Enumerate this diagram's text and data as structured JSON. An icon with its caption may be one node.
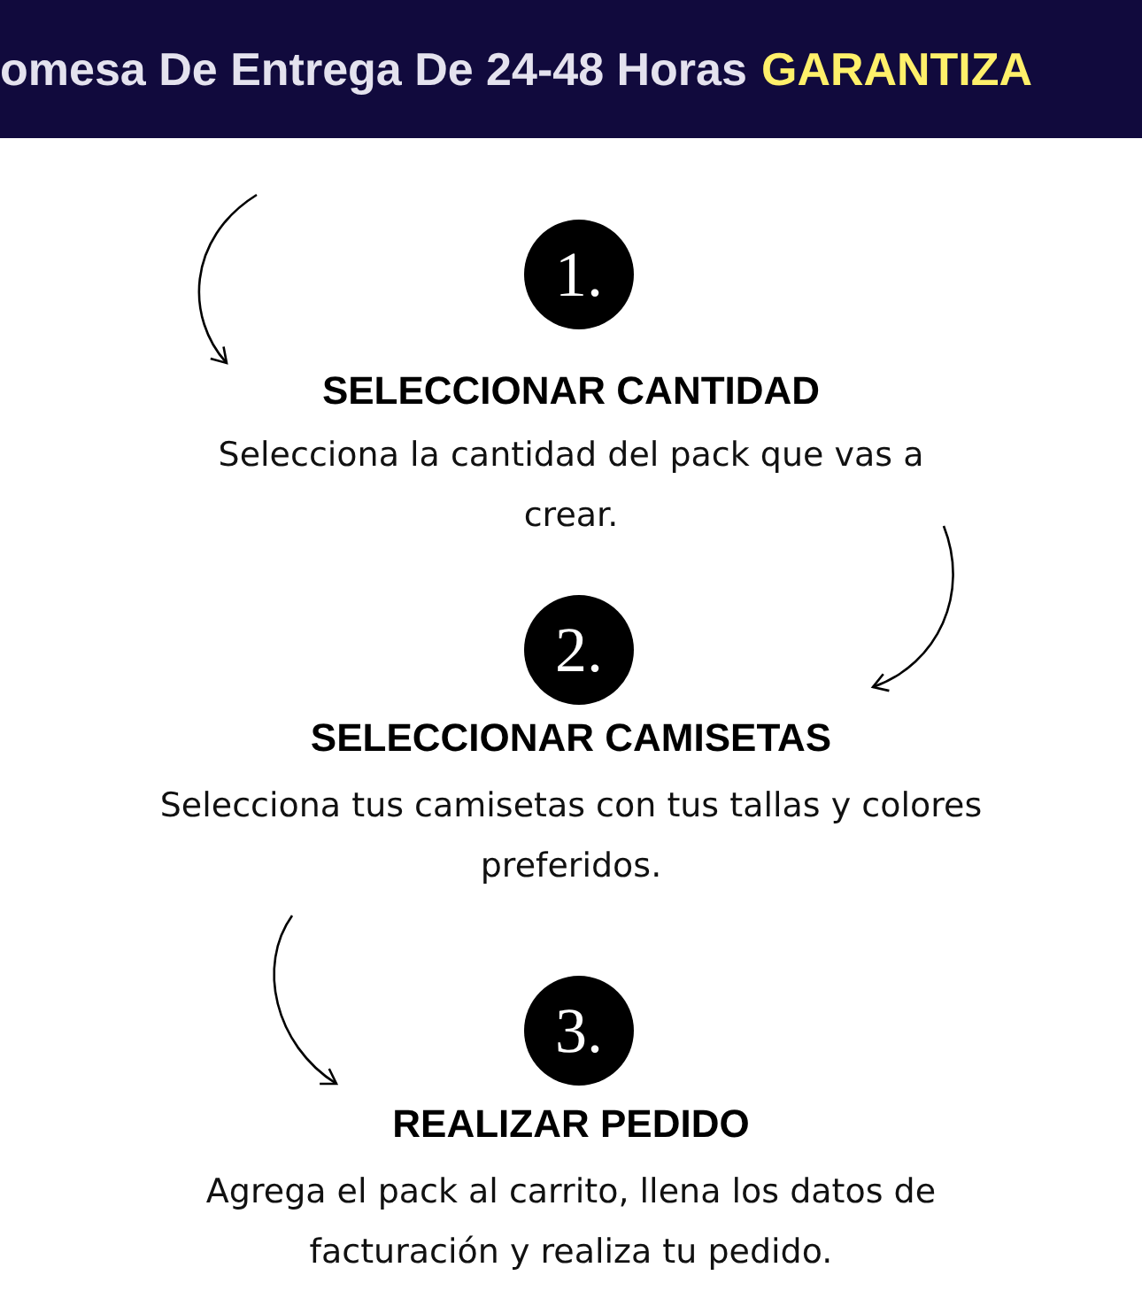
{
  "diagram": {
    "nodes": [
      {
        "text": [
          "1."
        ]
      },
      {
        "text": [
          "2."
        ]
      },
      {
        "text": [
          "3."
        ]
      }
    ],
    "labels": [
      "omesa De Entrega De 24-48 Horas",
      "GARANTIZA",
      "SELECCIONAR CANTIDAD",
      "Selecciona la cantidad del pack que vas a crear.",
      "SELECCIONAR CAMISETAS",
      "Selecciona tus camisetas con tus tallas y colores preferidos.",
      "REALIZAR PEDIDO",
      "Agrega el pack al carrito, llena los datos de facturación y realiza tu pedido."
    ]
  }
}
